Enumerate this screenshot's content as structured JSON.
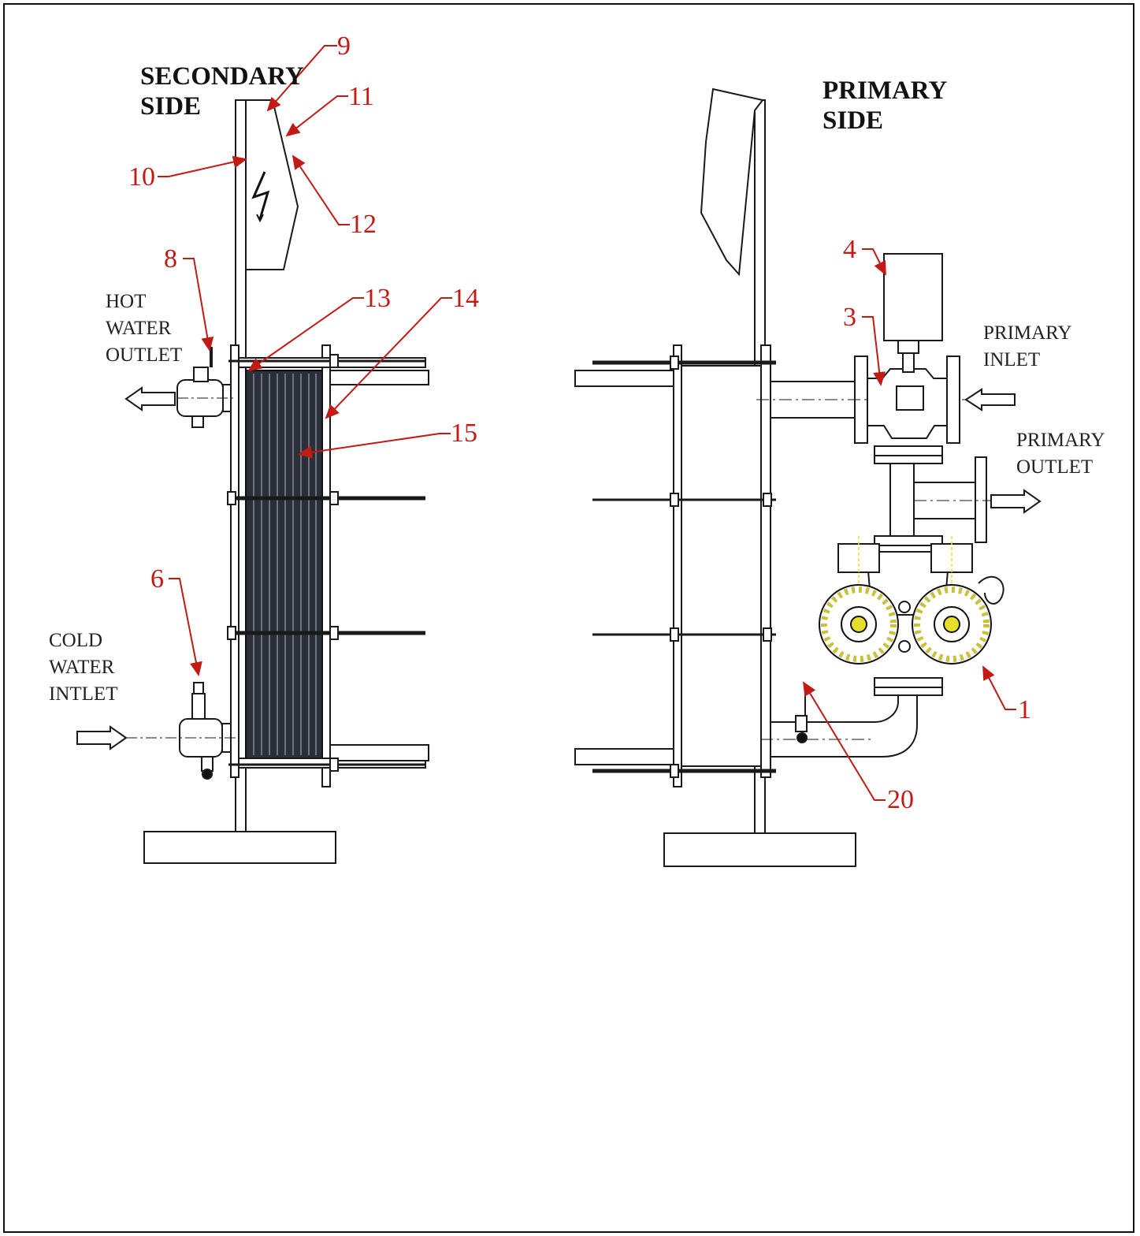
{
  "headings": {
    "secondary": [
      "SECONDARY",
      "SIDE"
    ],
    "primary": [
      "PRIMARY",
      "SIDE"
    ]
  },
  "labels": {
    "hot_water_outlet": [
      "HOT",
      "WATER",
      "OUTLET"
    ],
    "cold_water_intlet": [
      "COLD",
      "WATER",
      "INTLET"
    ],
    "primary_inlet": [
      "PRIMARY",
      "INLET"
    ],
    "primary_outlet": [
      "PRIMARY",
      "OUTLET"
    ]
  },
  "callouts": {
    "c1": "1",
    "c3": "3",
    "c4": "4",
    "c6": "6",
    "c8": "8",
    "c9": "9",
    "c10": "10",
    "c11": "11",
    "c12": "12",
    "c13": "13",
    "c14": "14",
    "c15": "15",
    "c20": "20"
  },
  "colors": {
    "line": "#1a1a1a",
    "callout": "#c21a14",
    "plates": "#2b2f38",
    "pump_accent": "#e6df2a"
  }
}
